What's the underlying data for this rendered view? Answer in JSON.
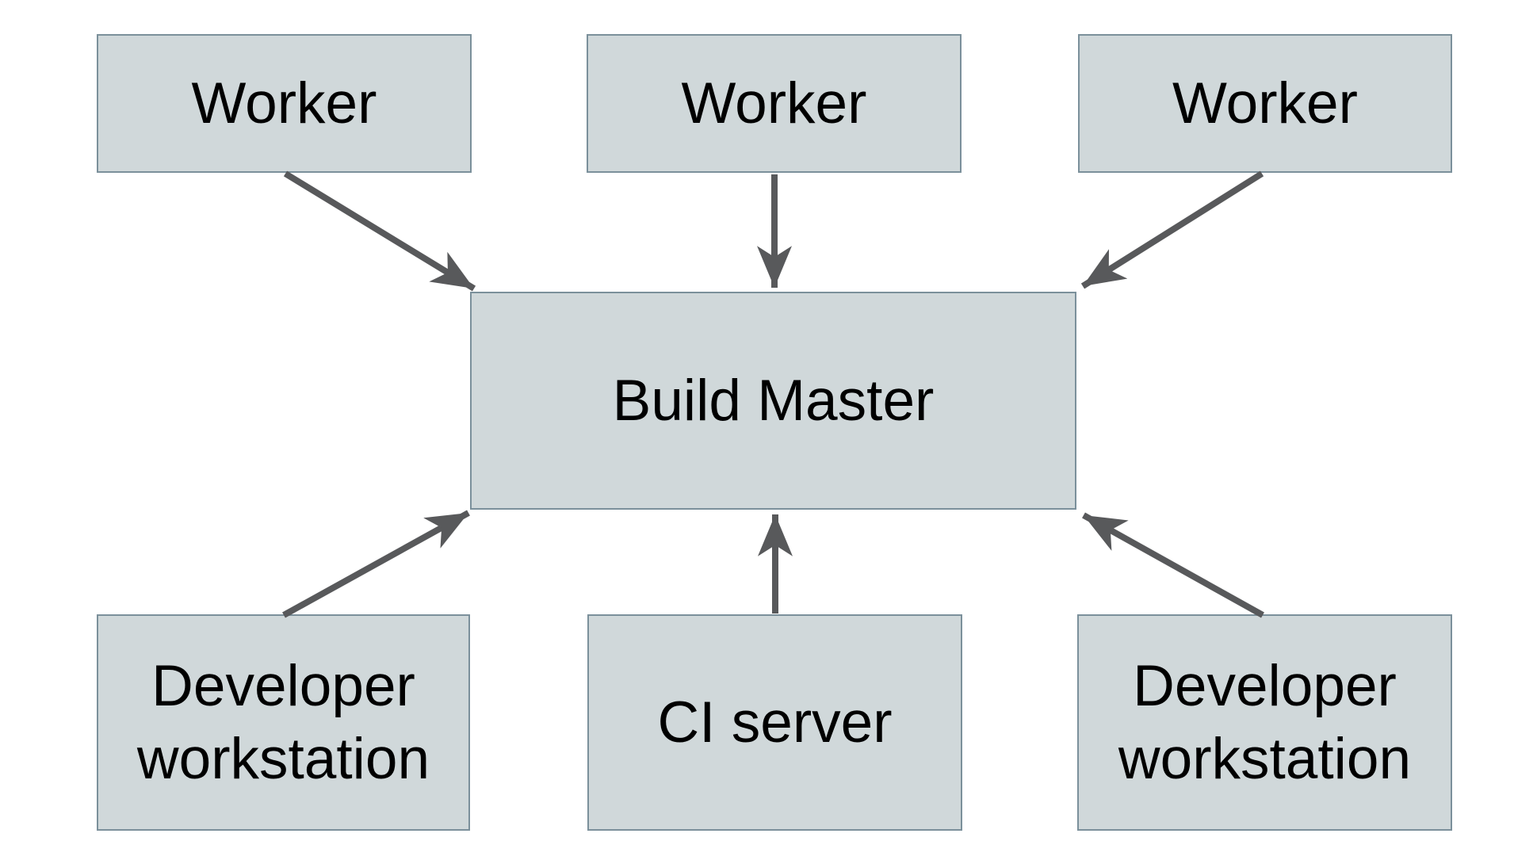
{
  "diagram": {
    "nodes": [
      {
        "id": "worker-1",
        "label": "Worker"
      },
      {
        "id": "worker-2",
        "label": "Worker"
      },
      {
        "id": "worker-3",
        "label": "Worker"
      },
      {
        "id": "build-master",
        "label": "Build Master"
      },
      {
        "id": "developer-workstation-left",
        "label": "Developer workstation"
      },
      {
        "id": "ci-server",
        "label": "CI server"
      },
      {
        "id": "developer-workstation-right",
        "label": "Developer workstation"
      }
    ],
    "edges": [
      {
        "from": "worker-1",
        "to": "build-master"
      },
      {
        "from": "worker-2",
        "to": "build-master"
      },
      {
        "from": "worker-3",
        "to": "build-master"
      },
      {
        "from": "developer-workstation-left",
        "to": "build-master"
      },
      {
        "from": "ci-server",
        "to": "build-master"
      },
      {
        "from": "developer-workstation-right",
        "to": "build-master"
      }
    ],
    "colors": {
      "node_fill": "#d0d8da",
      "node_border": "#7b909b",
      "arrow": "#58595b",
      "text": "#000000",
      "background": "#ffffff"
    }
  }
}
